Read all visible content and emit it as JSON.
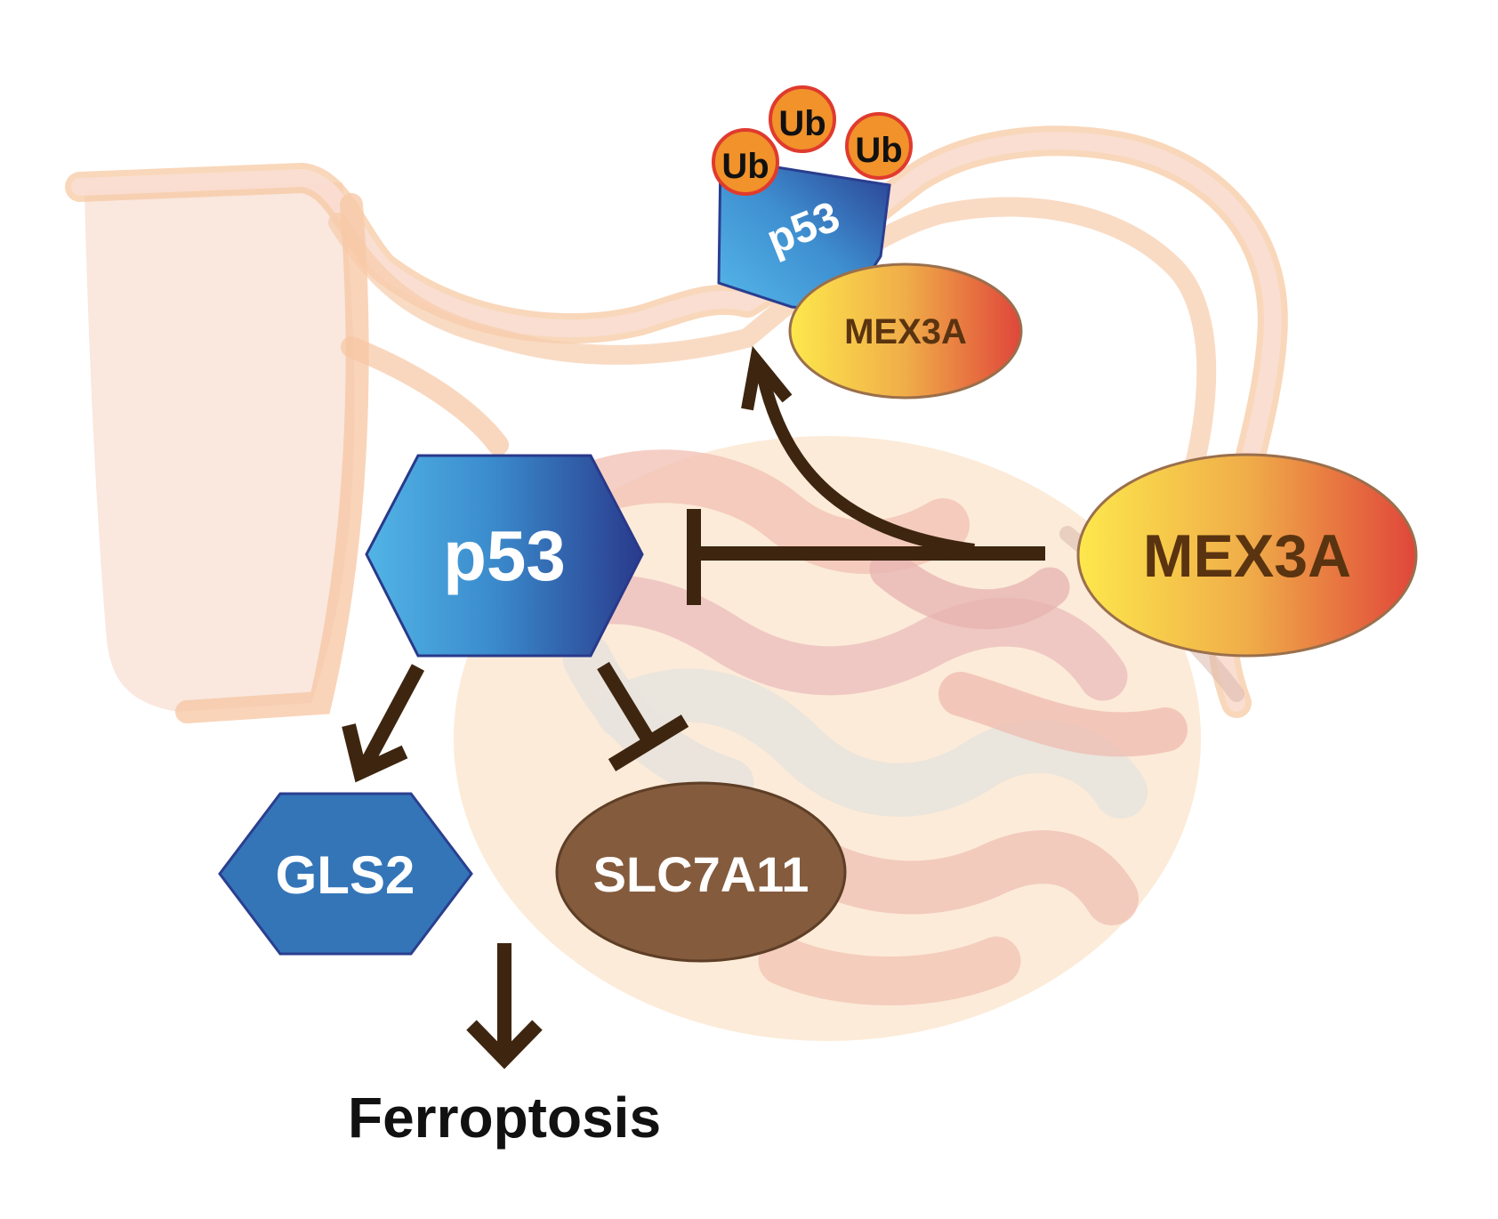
{
  "nodes": {
    "ub_1": "Ub",
    "ub_2": "Ub",
    "ub_3": "Ub",
    "p53_small": "p53",
    "mex3a_small": "MEX3A",
    "p53_main": "p53",
    "mex3a_main": "MEX3A",
    "gls2": "GLS2",
    "slc7a11": "SLC7A11",
    "ferroptosis": "Ferroptosis"
  },
  "colors": {
    "arrow": "#3d2510",
    "p53_gradient": [
      "#4fb0e3",
      "#2a3a8e"
    ],
    "mex3a_gradient": [
      "#fde24c",
      "#f0a848",
      "#e0493b"
    ],
    "mex3a_text": "#5a3410",
    "gls2_fill": "#3475b8",
    "slc7a11_fill": "#845b3d",
    "ub_fill": "#f1922a",
    "ub_stroke": "#e03a2e",
    "background_anatomy": [
      "#f6d9cf",
      "#f8c9a6",
      "#f2c2b2",
      "#e8b3b0",
      "#e7e2db"
    ]
  }
}
